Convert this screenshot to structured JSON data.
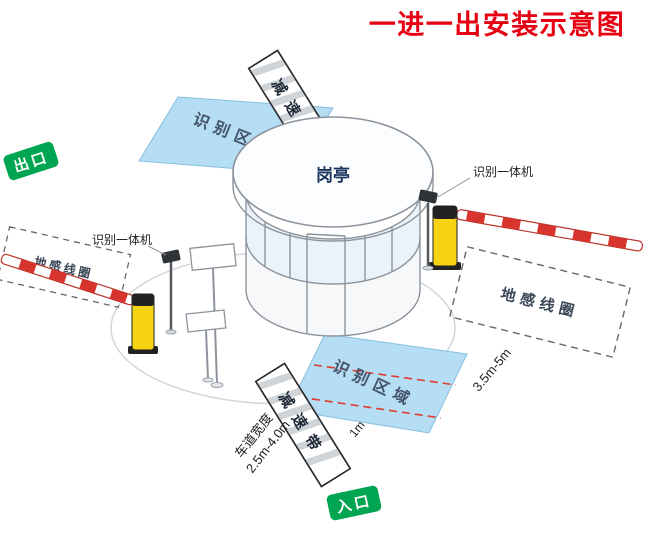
{
  "title": {
    "text": "一进一出安装示意图"
  },
  "signs": {
    "exit": "出口",
    "entrance": "入口"
  },
  "booth": {
    "label": "岗亭"
  },
  "zones": {
    "recognition_top": "识别区域",
    "recognition_bottom": "识别区域",
    "speed_bump_top": "减速带",
    "speed_bump_bottom": "减速带",
    "ground_loop_left": "地感线圈",
    "ground_loop_right": "地感线圈"
  },
  "devices": {
    "reader_left": "识别一体机",
    "reader_right": "识别一体机"
  },
  "dimensions": {
    "loop_to_barrier": "3.5m-5m",
    "line_offset": "1m",
    "lane_width_label": "车道宽度",
    "lane_width_value": "2.5m-4.0m"
  },
  "colors": {
    "title": "#e60012",
    "sign_green": "#00a551",
    "zone_blue": "#b5ddf4",
    "zone_blue_edge": "#86bfe0",
    "post_yellow": "#f6d414",
    "barrier_red": "#d6342c",
    "dashed_red": "#e03a2f"
  }
}
